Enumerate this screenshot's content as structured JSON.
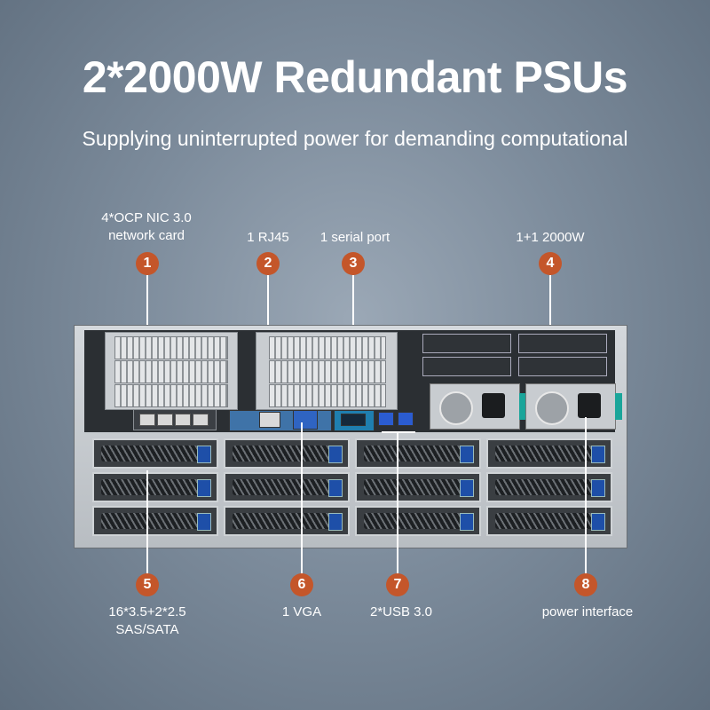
{
  "title": "2*2000W Redundant PSUs",
  "subtitle": "Supplying uninterrupted power for demanding computational",
  "callouts_top": [
    {
      "num": "1",
      "lines": [
        "4*OCP NIC 3.0",
        "network card"
      ]
    },
    {
      "num": "2",
      "lines": [
        "1 RJ45"
      ]
    },
    {
      "num": "3",
      "lines": [
        "1 serial port"
      ]
    },
    {
      "num": "4",
      "lines": [
        "1+1 2000W"
      ]
    }
  ],
  "callouts_bottom": [
    {
      "num": "5",
      "lines": [
        "16*3.5+2*2.5",
        "SAS/SATA"
      ]
    },
    {
      "num": "6",
      "lines": [
        "1 VGA"
      ]
    },
    {
      "num": "7",
      "lines": [
        "2*USB 3.0"
      ]
    },
    {
      "num": "8",
      "lines": [
        "power interface"
      ]
    }
  ],
  "colors": {
    "badge": "#c4562a",
    "drive_led": "#1e4fa8",
    "psu_tab": "#1aa59a"
  }
}
